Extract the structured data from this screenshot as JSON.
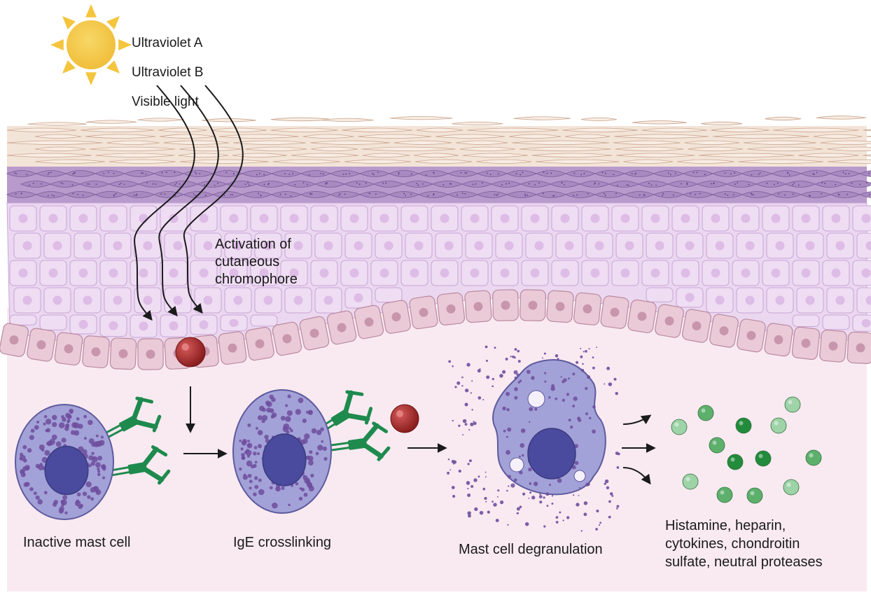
{
  "light_source": {
    "icon": "sun-icon",
    "sun_color": "#F4C53D",
    "labels": [
      "Ultraviolet A",
      "Ultraviolet B",
      "Visible light"
    ]
  },
  "skin": {
    "stratum_corneum_color": "#E8D3C4",
    "granular_layer_color": "#B89BCC",
    "spinous_layer_color": "#EBD7F0",
    "basal_layer_color": "#E2C0CF",
    "dermis_color": "#F9EAF1"
  },
  "chromophore": {
    "label": "Activation of\ncutaneous\nchromophore",
    "antigen_color": "#A82828"
  },
  "stages": {
    "inactive": "Inactive mast cell",
    "crosslinking": "IgE crosslinking",
    "degranulation": "Mast cell degranulation",
    "mediators": "Histamine, heparin,\ncytokines, chondroitin\nsulfate, neutral proteases"
  },
  "colors": {
    "mast_cell": "#A3A2D8",
    "granule": "#6E4E9E",
    "nucleus": "#4A4A9E",
    "antibody": "#1E8A4E",
    "mediator_light": "#9ED3A8",
    "mediator_mid": "#5DB06C",
    "mediator_dark": "#228B3C",
    "arrow": "#1a1a1a"
  }
}
